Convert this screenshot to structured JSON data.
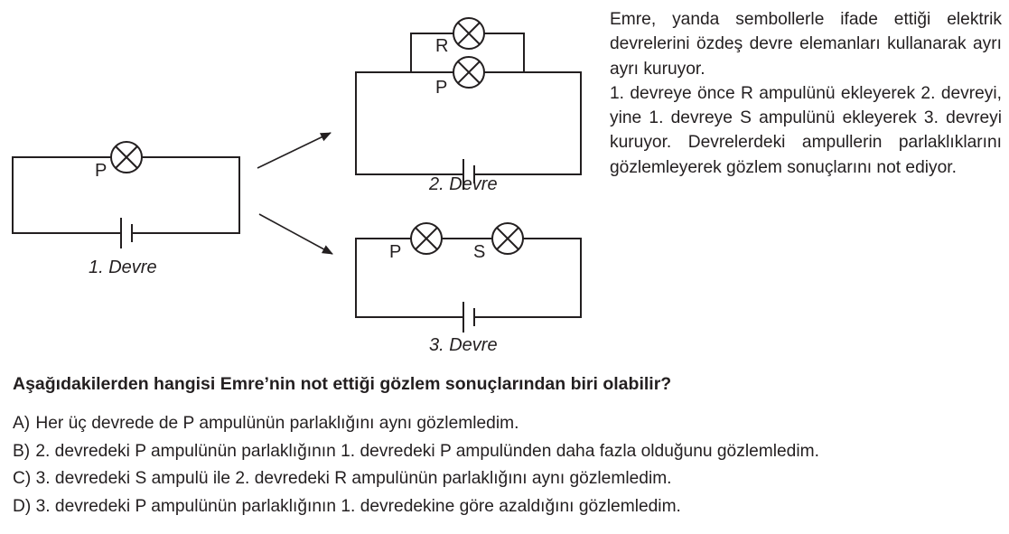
{
  "intro": {
    "paragraph1": "Emre, yanda sembollerle ifade ettiği elektrik devrelerini özdeş devre elemanları kullanarak ayrı ayrı kuruyor.",
    "paragraph2": "1. devreye önce R ampulünü ekleyerek 2. devreyi, yine 1. devreye S ampulünü ekleyerek 3. devreyi kuruyor. Devrelerdeki ampullerin parlaklıklarını gözlemleyerek gözlem sonuçlarını not ediyor."
  },
  "diagram": {
    "circuit1": {
      "caption": "1. Devre",
      "bulb_p": "P"
    },
    "circuit2": {
      "caption": "2. Devre",
      "bulb_r": "R",
      "bulb_p": "P"
    },
    "circuit3": {
      "caption": "3. Devre",
      "bulb_p": "P",
      "bulb_s": "S"
    },
    "icons": [
      "bulb-icon",
      "battery-icon",
      "arrow-icon"
    ]
  },
  "question": "Aşağıdakilerden hangisi Emre’nin not ettiği gözlem sonuçlarından biri olabilir?",
  "options": [
    {
      "letter": "A)",
      "text": "Her üç devrede de P ampulünün parlaklığını aynı gözlemledim."
    },
    {
      "letter": "B)",
      "text": "2. devredeki P ampulünün parlaklığının 1. devredeki P ampulünden daha fazla olduğunu gözlemledim."
    },
    {
      "letter": "C)",
      "text": "3. devredeki S ampulü ile 2. devredeki R ampulünün parlaklığını aynı gözlemledim."
    },
    {
      "letter": "D)",
      "text": "3. devredeki P ampulünün parlaklığının 1. devredekine göre azaldığını gözlemledim."
    }
  ]
}
